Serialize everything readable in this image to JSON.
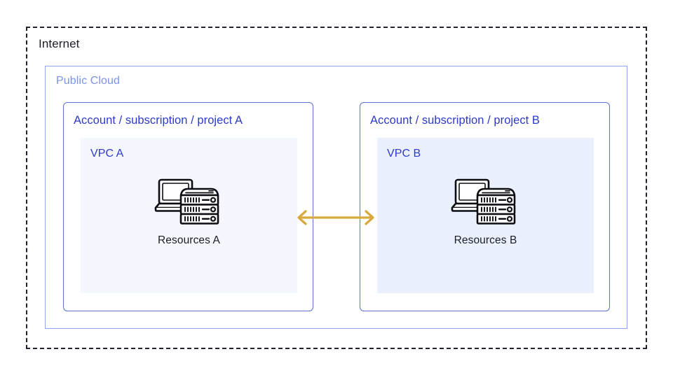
{
  "diagram": {
    "title": "Internet / Public Cloud VPC peering diagram",
    "internet": {
      "label": "Internet",
      "border_style": "dashed",
      "border_color": "#22232e"
    },
    "public_cloud": {
      "label": "Public Cloud",
      "border_color": "#8fa7ee",
      "label_color": "#7d93ea"
    },
    "accounts": [
      {
        "label": "Account / subscription / project A",
        "border_color": "#5b6fd6",
        "label_color": "#2e39c9",
        "vpc": {
          "label": "VPC A",
          "background": "#f4f7fd",
          "resource": {
            "caption": "Resources A",
            "icon": "laptop-server-icon"
          }
        }
      },
      {
        "label": "Account / subscription / project B",
        "border_color": "#5b6fd6",
        "label_color": "#2e39c9",
        "vpc": {
          "label": "VPC B",
          "background": "#eaf0fd",
          "resource": {
            "caption": "Resources B",
            "icon": "laptop-server-icon"
          }
        }
      }
    ],
    "connector": {
      "icon": "double-arrow-horizontal-icon",
      "color": "#d9a93f",
      "label": ""
    }
  }
}
